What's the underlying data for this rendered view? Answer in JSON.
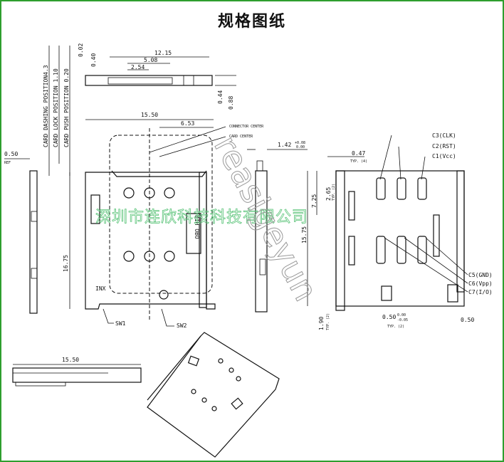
{
  "title": "规格图纸",
  "side_labels": {
    "dashing": "CARD DASHING POSITION4.3",
    "lock": "CARD LOCK POSITION 1.10",
    "push": "CARD PUSH POSITION 0.20"
  },
  "top_view_dims": {
    "d0_02": "0.02",
    "d0_40": "0.40",
    "d12_15": "12.15",
    "d5_08": "5.08",
    "d2_54": "2.54",
    "d0_44": "0.44",
    "d0_88": "0.88"
  },
  "main_view": {
    "d15_50": "15.50",
    "d6_53": "6.53",
    "connector_center": "CONNECTOR CENTER",
    "card_center": "CARD CENTER",
    "d0_50": "0.50",
    "ref": "REF",
    "d16_75": "16.75",
    "inx": "INX",
    "sw1": "SW1",
    "sw2": "SW2",
    "card_text": "8IH OBO"
  },
  "side_view": {
    "d1_42": "1.42",
    "tol_plus": "+0.08",
    "tol_minus": "0.00"
  },
  "pad_view": {
    "d0_47": "0.47",
    "typ": "TYP. (4)",
    "d2_65": "2.65",
    "typ_b": "TYP. (2)",
    "d7_25": "7.25",
    "d15_75": "15.75",
    "d1_90": "1.90",
    "typ_c": "TYP. (2)",
    "d0_50_tol": "0.50",
    "tol_a": "0.00",
    "tol_b": "-0.05",
    "typ_d": "TYP. (2)",
    "d0_50": "0.50",
    "pins": [
      "C3(CLK)",
      "C2(RST)",
      "C1(Vcc)",
      "C5(GND)",
      "C6(Vpp)",
      "C7(I/O)"
    ]
  },
  "bottom_view": {
    "d15_50": "15.50"
  },
  "watermark": {
    "company": "深圳市连欣科技科技有限公司",
    "diagonal": "reasigeyun"
  },
  "colors": {
    "frame": "#2e9e2e",
    "watermark": "#5cc47a"
  }
}
